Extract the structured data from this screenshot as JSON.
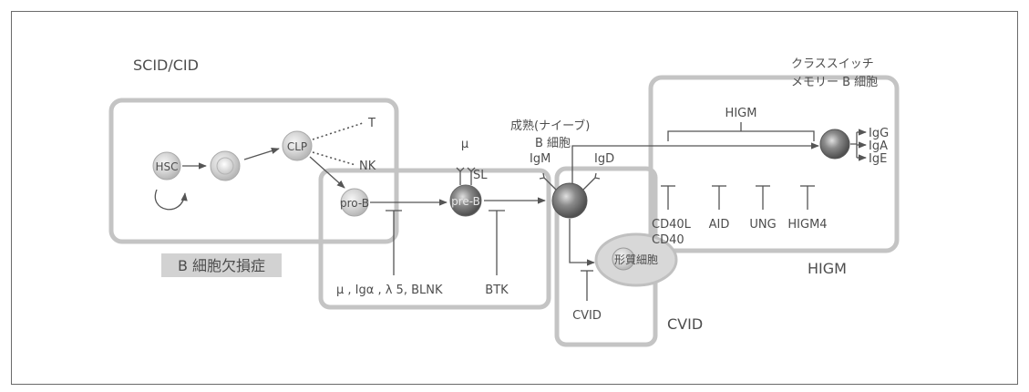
{
  "labels": {
    "scid_cid": "SCID/CID",
    "hsc": "HSC",
    "clp": "CLP",
    "t": "T",
    "nk": "NK",
    "pro_b": "pro-B",
    "pre_b": "pre-B",
    "mu_top": "μ",
    "sl": "SL",
    "igm": "IgM",
    "igd": "IgD",
    "mature_b_line1": "成熟(ナイーブ)",
    "mature_b_line2": "B 細胞",
    "class_switch_line1": "クラススイッチ",
    "class_switch_line2": "メモリー B 細胞",
    "higm_bracket": "HIGM",
    "igg": "IgG",
    "iga": "IgA",
    "ige": "IgE",
    "cd40l": "CD40L",
    "cd40": "CD40",
    "aid": "AID",
    "ung": "UNG",
    "higm4": "HIGM4",
    "plasma_cell": "形質細胞",
    "b_deficiency": "B 細胞欠損症",
    "pre_b_genes": "μ , Igα , λ 5, BLNK",
    "btk": "BTK",
    "cvid_inner": "CVID",
    "cvid_outer": "CVID",
    "higm_bottom": "HIGM"
  },
  "colors": {
    "box": "#c4c4c4",
    "label_bg": "#d2d2d2",
    "cell_dark": "#6b6b6b",
    "cell_light": "#d9d9d9"
  }
}
